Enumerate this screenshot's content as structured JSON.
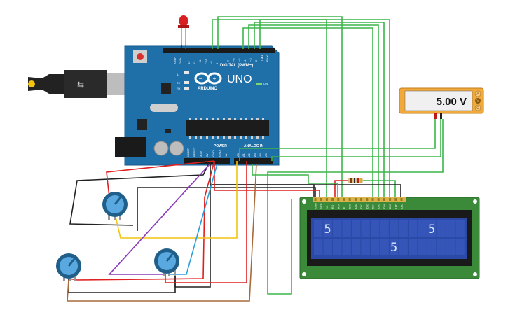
{
  "arduino": {
    "brand": "UNO",
    "logo_text": "ARDUINO",
    "digital_label": "DIGITAL (PWM~)",
    "power_label": "POWER",
    "analog_label": "ANALOG IN",
    "on_label": "ON",
    "aref": "AREF",
    "gnd": "GND",
    "tx": "TX",
    "rx": "RX",
    "l_label": "L",
    "digital_pins": [
      "13",
      "12",
      "~11",
      "~10",
      "~9",
      "8",
      "7",
      "~6",
      "~5",
      "4",
      "~3",
      "2",
      "TX▸1",
      "RX◂0"
    ],
    "power_pins": [
      "IOREF",
      "RESET",
      "3.3V",
      "5V",
      "GND",
      "GND",
      "Vin"
    ],
    "analog_pins": [
      "A0",
      "A1",
      "A2",
      "A3",
      "A4",
      "A5"
    ]
  },
  "multimeter": {
    "reading": "5.00 V",
    "modes": [
      "A",
      "V",
      "Ω"
    ]
  },
  "lcd": {
    "characters": [
      {
        "text": "5",
        "row": 0,
        "col": 1
      },
      {
        "text": "5",
        "row": 0,
        "col": 12
      },
      {
        "text": "5",
        "row": 1,
        "col": 8
      }
    ],
    "pin_labels": [
      "GND",
      "VCC",
      "V0",
      "RS",
      "RW",
      "E",
      "DB0",
      "DB1",
      "DB2",
      "DB3",
      "DB4",
      "DB5",
      "DB6",
      "DB7",
      "LED",
      "LED"
    ]
  },
  "colors": {
    "board": "#1f6fa8",
    "lcd_screen": "#2b4aa8",
    "lcd_pcb": "#3a8a3a",
    "wire_green": "#3cb54a",
    "wire_red": "#e02020",
    "wire_black": "#222222",
    "wire_yellow": "#f2c40f",
    "wire_purple": "#8a3ab9",
    "wire_blue": "#2a9fd8",
    "wire_brown": "#a86a3a"
  }
}
